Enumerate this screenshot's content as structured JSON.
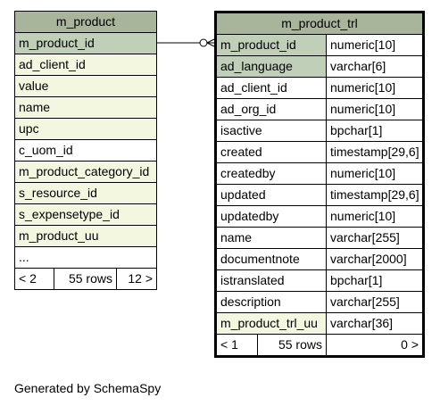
{
  "left_table": {
    "title": "m_product",
    "rows": [
      {
        "name": "m_product_id",
        "kind": "pk"
      },
      {
        "name": "ad_client_id",
        "kind": "fk"
      },
      {
        "name": "value",
        "kind": "fk"
      },
      {
        "name": "name",
        "kind": "fk"
      },
      {
        "name": "upc",
        "kind": "fk"
      },
      {
        "name": "c_uom_id",
        "kind": "plain"
      },
      {
        "name": "m_product_category_id",
        "kind": "fk"
      },
      {
        "name": "s_resource_id",
        "kind": "fk"
      },
      {
        "name": "s_expensetype_id",
        "kind": "fk"
      },
      {
        "name": "m_product_uu",
        "kind": "fk"
      },
      {
        "name": "...",
        "kind": "plain"
      }
    ],
    "footer": {
      "prev": "< 2",
      "rows": "55 rows",
      "next": "12 >"
    }
  },
  "right_table": {
    "title": "m_product_trl",
    "rows": [
      {
        "name": "m_product_id",
        "type": "numeric[10]",
        "kind": "pk"
      },
      {
        "name": "ad_language",
        "type": "varchar[6]",
        "kind": "pk"
      },
      {
        "name": "ad_client_id",
        "type": "numeric[10]",
        "kind": "plain"
      },
      {
        "name": "ad_org_id",
        "type": "numeric[10]",
        "kind": "plain"
      },
      {
        "name": "isactive",
        "type": "bpchar[1]",
        "kind": "plain"
      },
      {
        "name": "created",
        "type": "timestamp[29,6]",
        "kind": "plain"
      },
      {
        "name": "createdby",
        "type": "numeric[10]",
        "kind": "plain"
      },
      {
        "name": "updated",
        "type": "timestamp[29,6]",
        "kind": "plain"
      },
      {
        "name": "updatedby",
        "type": "numeric[10]",
        "kind": "plain"
      },
      {
        "name": "name",
        "type": "varchar[255]",
        "kind": "plain"
      },
      {
        "name": "documentnote",
        "type": "varchar[2000]",
        "kind": "plain"
      },
      {
        "name": "istranslated",
        "type": "bpchar[1]",
        "kind": "plain"
      },
      {
        "name": "description",
        "type": "varchar[255]",
        "kind": "plain"
      },
      {
        "name": "m_product_trl_uu",
        "type": "varchar[36]",
        "kind": "fk"
      }
    ],
    "footer": {
      "prev": "< 1",
      "rows": "55 rows",
      "next": "0 >"
    }
  },
  "colors": {
    "header": "#a8b59b",
    "pk": "#bfcfb8",
    "fk": "#f4f7df",
    "plain": "#ffffff"
  },
  "credit": "Generated by SchemaSpy"
}
